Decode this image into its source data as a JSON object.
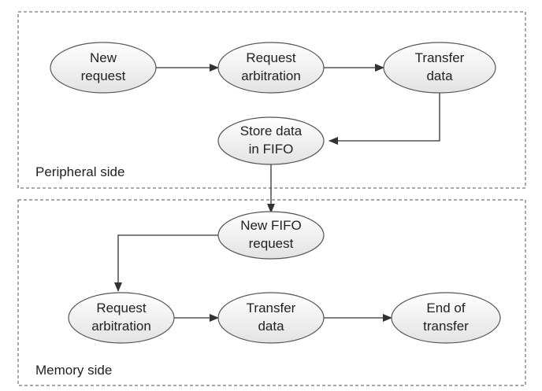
{
  "diagram": {
    "regions": {
      "peripheral": {
        "label": "Peripheral side"
      },
      "memory": {
        "label": "Memory side"
      }
    },
    "nodes": {
      "new_request": {
        "line1": "New",
        "line2": "request"
      },
      "request_arbitration_top": {
        "line1": "Request",
        "line2": "arbitration"
      },
      "transfer_data_top": {
        "line1": "Transfer",
        "line2": "data"
      },
      "store_data_fifo": {
        "line1": "Store data",
        "line2": "in FIFO"
      },
      "new_fifo_request": {
        "line1": "New FIFO",
        "line2": "request"
      },
      "request_arbitration_bottom": {
        "line1": "Request",
        "line2": "arbitration"
      },
      "transfer_data_bottom": {
        "line1": "Transfer",
        "line2": "data"
      },
      "end_of_transfer": {
        "line1": "End of",
        "line2": "transfer"
      }
    },
    "colors": {
      "node_fill_top": "#ffffff",
      "node_fill_bottom": "#e3e3e3",
      "node_stroke": "#555555",
      "edge": "#333333",
      "region_border": "#555555"
    }
  }
}
